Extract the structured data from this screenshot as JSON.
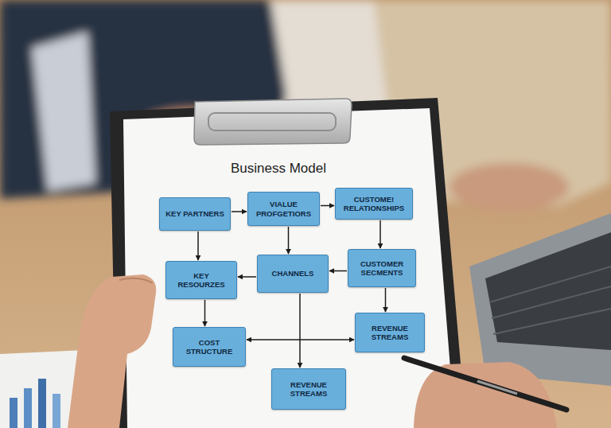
{
  "diagram": {
    "title": "Business Model",
    "nodes": [
      {
        "text": [
          "KEY PARTNERS"
        ]
      },
      {
        "text": [
          "VIALUE PROFGETIORS"
        ]
      },
      {
        "text": [
          "CUSTOME! RELATIONSHIPS"
        ]
      },
      {
        "text": [
          "KEY RESOURZES"
        ]
      },
      {
        "text": [
          "CHANNELS"
        ]
      },
      {
        "text": [
          "CUSTOMER SECMENTS"
        ]
      },
      {
        "text": [
          "COST STRUCTURE"
        ]
      },
      {
        "text": [
          "REVENUE STREAMS"
        ]
      },
      {
        "text": [
          "REVENUE STREAMS"
        ]
      }
    ],
    "edges": [
      {
        "from": 0,
        "to": 1,
        "arrow": "to"
      },
      {
        "from": 1,
        "to": 2,
        "arrow": "to"
      },
      {
        "from": 0,
        "to": 3,
        "arrow": "to"
      },
      {
        "from": 1,
        "to": 4,
        "arrow": "to"
      },
      {
        "from": 2,
        "to": 5,
        "arrow": "to"
      },
      {
        "from": 4,
        "to": 3,
        "arrow": "to"
      },
      {
        "from": 5,
        "to": 4,
        "arrow": "to"
      },
      {
        "from": 3,
        "to": 6,
        "arrow": "to"
      },
      {
        "from": 5,
        "to": 7,
        "arrow": "to"
      },
      {
        "from": 6,
        "to": 7,
        "arrow": "both"
      },
      {
        "from": 4,
        "to": 8,
        "arrow": "to"
      }
    ]
  }
}
